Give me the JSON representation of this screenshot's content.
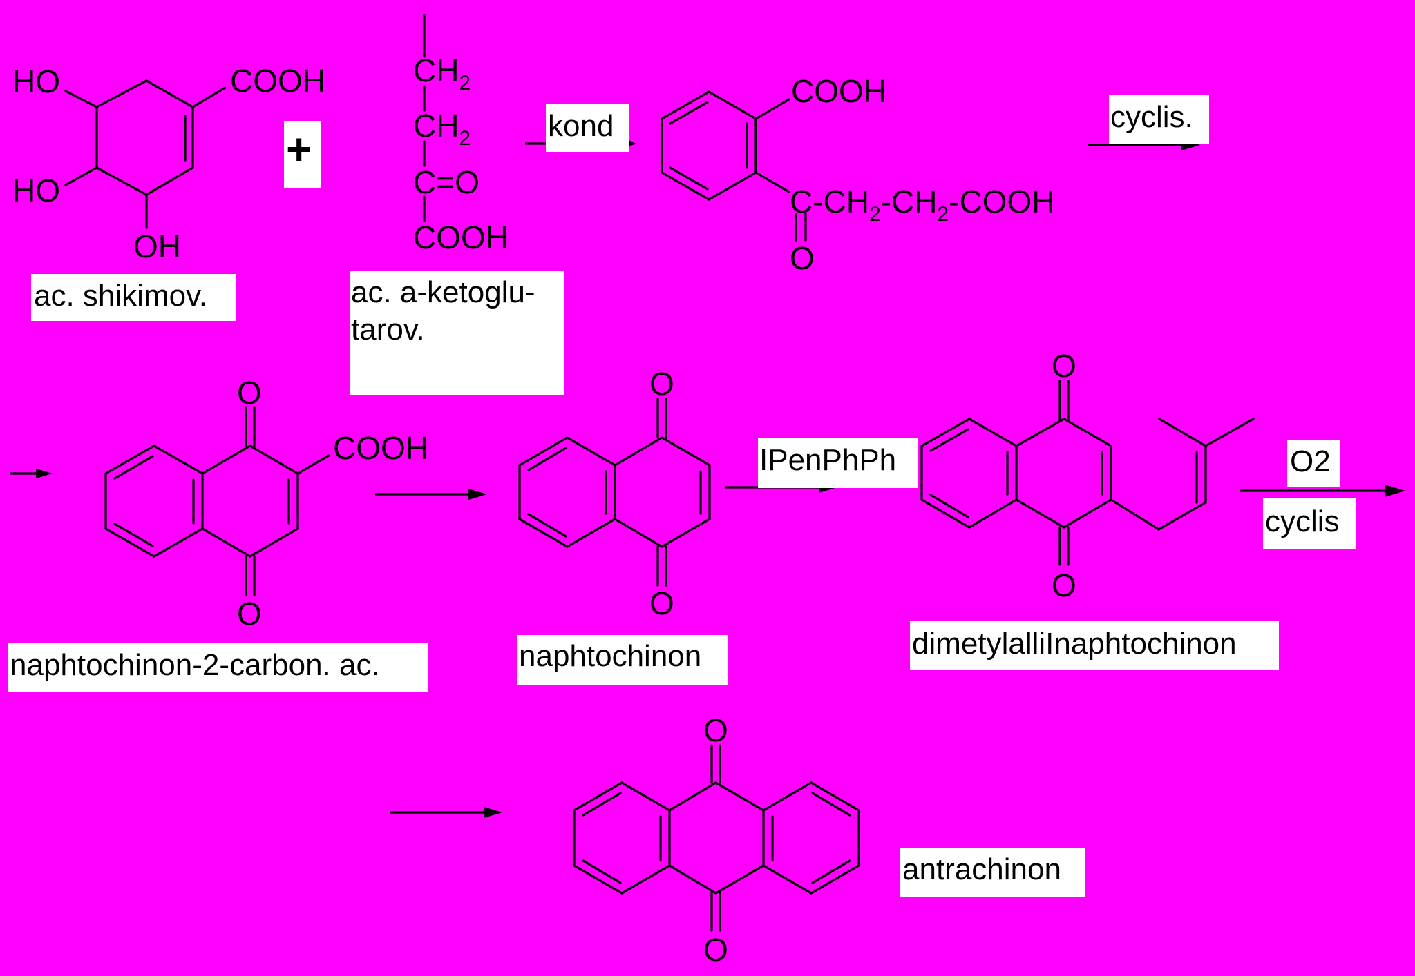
{
  "background_color": "#FF00FF",
  "label_background": "#FFFFFF",
  "atoms": {
    "ho": "HO",
    "oh": "OH",
    "cooh": "COOH",
    "ch": "CH",
    "two": "2",
    "c_eq_o": "C=O",
    "c": "C",
    "o": "O",
    "side_chain_dash_ch": "-CH",
    "side_chain_dash_cooh": "-COOH"
  },
  "plus_sign": "+",
  "compounds": {
    "shikimic_acid": "ac. shikimov.",
    "ketoglutaric_acid_line1": "ac. a-ketoglu-",
    "ketoglutaric_acid_line2": "tarov.",
    "naphthoquinone_carboxylic_acid": "naphtochinon-2-carbon. ac.",
    "naphthoquinone": "naphtochinon",
    "dimethylallyl_naphthoquinone": "dimetylalliInaphtochinon",
    "anthraquinone": "antrachinon"
  },
  "conditions": {
    "condensation": "kond",
    "cyclisation_1": "cyclis.",
    "prenylation": "IPenPhPh",
    "oxidation": "O2",
    "cyclisation_2": "cyclis"
  }
}
